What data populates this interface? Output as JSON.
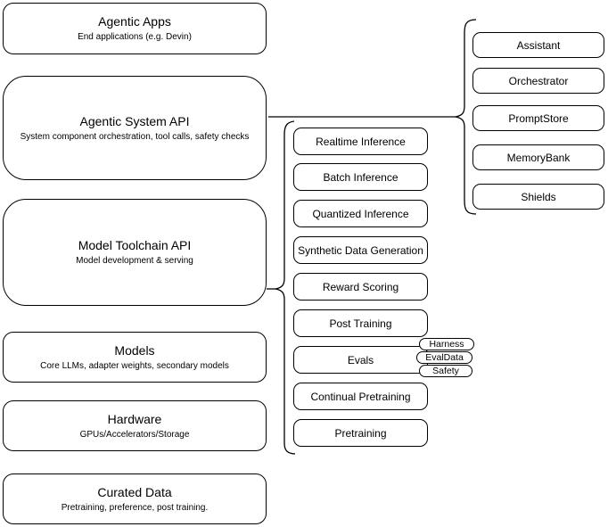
{
  "diagram": {
    "layers": [
      {
        "title": "Agentic Apps",
        "subtitle": "End applications (e.g. Devin)"
      },
      {
        "title": "Agentic System API",
        "subtitle": "System component orchestration, tool calls, safety checks"
      },
      {
        "title": "Model Toolchain API",
        "subtitle": "Model development & serving"
      },
      {
        "title": "Models",
        "subtitle": "Core LLMs, adapter weights, secondary models"
      },
      {
        "title": "Hardware",
        "subtitle": "GPUs/Accelerators/Storage"
      },
      {
        "title": "Curated Data",
        "subtitle": "Pretraining, preference, post training."
      }
    ],
    "toolchain": {
      "items": [
        "Realtime Inference",
        "Batch Inference",
        "Quantized Inference",
        "Synthetic Data Generation",
        "Reward Scoring",
        "Post Training",
        "Evals",
        "Continual Pretraining",
        "Pretraining"
      ],
      "evals_tags": [
        "Harness",
        "EvalData",
        "Safety"
      ]
    },
    "system_components": {
      "items": [
        "Assistant",
        "Orchestrator",
        "PromptStore",
        "MemoryBank",
        "Shields"
      ]
    },
    "colors": {
      "stroke": "#000000",
      "fill": "#ffffff"
    }
  }
}
